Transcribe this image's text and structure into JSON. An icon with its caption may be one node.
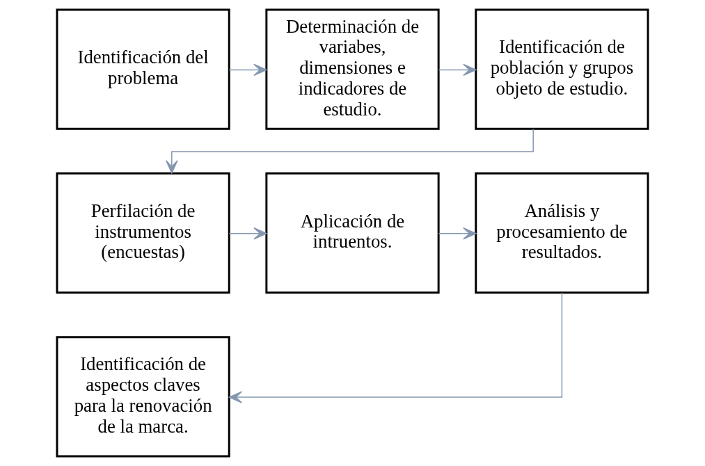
{
  "diagram": {
    "nodes": [
      {
        "text": [
          "Identificación del problema"
        ]
      },
      {
        "text": [
          "Determinación de variabes, dimensiones e indicadores de estudio."
        ]
      },
      {
        "text": [
          "Identificación de población y grupos objeto de estudio."
        ]
      },
      {
        "text": [
          "Perfilación de instrumentos (encuestas)"
        ]
      },
      {
        "text": [
          "Aplicación de intruentos."
        ]
      },
      {
        "text": [
          "Análisis y procesamiento de resultados."
        ]
      },
      {
        "text": [
          "Identificación de aspectos claves para la renovación de la marca."
        ]
      }
    ],
    "edges": [
      {
        "from": 0,
        "to": 1,
        "arrow": "to"
      },
      {
        "from": 1,
        "to": 2,
        "arrow": "to"
      },
      {
        "from": 2,
        "to": 3,
        "arrow": "to"
      },
      {
        "from": 3,
        "to": 4,
        "arrow": "to"
      },
      {
        "from": 4,
        "to": 5,
        "arrow": "to"
      },
      {
        "from": 5,
        "to": 6,
        "arrow": "to"
      }
    ]
  }
}
